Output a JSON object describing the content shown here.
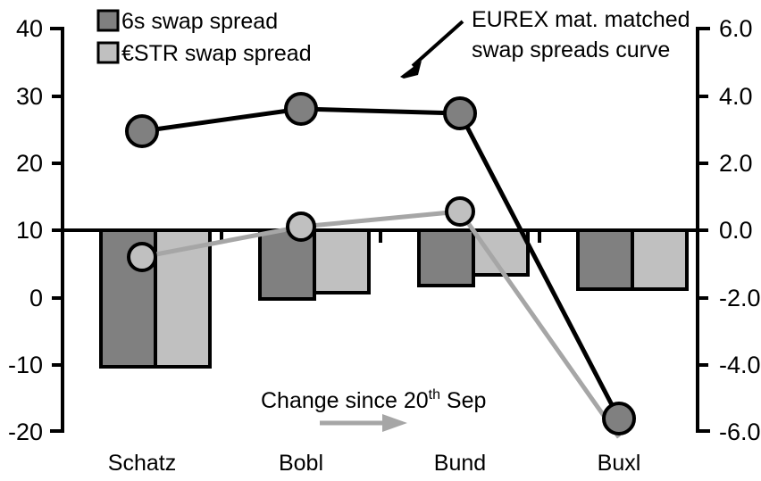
{
  "chart_data": {
    "type": "bar",
    "title": "",
    "subtitle": "",
    "xlabel": "",
    "ylabel": "",
    "categories": [
      "Schatz",
      "Bobl",
      "Bund",
      "Buxl"
    ],
    "grid": false,
    "legend_position": "top-left",
    "left_axis": {
      "label": "",
      "ticks": [
        "40",
        "30",
        "20",
        "10",
        "0",
        "-10",
        "-20"
      ],
      "tick_values": [
        40,
        30,
        20,
        10,
        0,
        -10,
        -20
      ],
      "ylim": [
        -20,
        40
      ]
    },
    "right_axis": {
      "label": "",
      "ticks": [
        "6.0",
        "4.0",
        "2.0",
        "0.0",
        "-2.0",
        "-4.0",
        "-6.0"
      ],
      "tick_values": [
        6.0,
        4.0,
        2.0,
        0.0,
        -2.0,
        -4.0,
        -6.0
      ],
      "ylim": [
        -6.0,
        6.0
      ]
    },
    "series": [
      {
        "name": "6s swap spread",
        "kind": "bar",
        "axis": "right",
        "color": "#808080",
        "values": [
          -4.0,
          -2.0,
          -1.5,
          -1.5
        ]
      },
      {
        "name": "€STR swap spread",
        "kind": "bar",
        "axis": "right",
        "color": "#c0c0c0",
        "values": [
          -4.0,
          -1.8,
          -1.1,
          -1.5
        ]
      },
      {
        "name": "EUREX mat. matched swap spreads curve",
        "kind": "line",
        "axis": "left",
        "color": "#000000",
        "marker_fill": "#808080",
        "values": [
          24.6,
          27.9,
          27.3,
          -18.0
        ]
      },
      {
        "name": "€STR swap spread curve",
        "kind": "line",
        "axis": "left",
        "color": "#a6a6a6",
        "marker_fill": "#c0c0c0",
        "values": [
          6.1,
          10.5,
          12.7,
          -22.5
        ]
      }
    ],
    "annotations": [
      {
        "name": "eurex-curve-annotation",
        "text_line1": "EUREX mat. matched",
        "text_line2": "swap spreads curve",
        "arrow": "diagonal-down-left"
      },
      {
        "name": "change-since-annotation",
        "text_pre": "Change since 20",
        "text_sup": "th",
        "text_post": " Sep",
        "arrow": "right"
      }
    ]
  },
  "legend": {
    "items": [
      {
        "label": "6s swap spread",
        "swatch_color": "#808080"
      },
      {
        "label": "€STR swap spread",
        "swatch_color": "#c0c0c0"
      }
    ]
  },
  "axes": {
    "left_ticks": [
      "40",
      "30",
      "20",
      "10",
      "0",
      "-10",
      "-20"
    ],
    "right_ticks": [
      "6.0",
      "4.0",
      "2.0",
      "0.0",
      "-2.0",
      "-4.0",
      "-6.0"
    ],
    "categories": [
      "Schatz",
      "Bobl",
      "Bund",
      "Buxl"
    ]
  },
  "annotations": {
    "eurex_line1": "EUREX mat. matched",
    "eurex_line2": "swap spreads curve",
    "change_pre": "Change since 20",
    "change_sup": "th",
    "change_post": " Sep"
  },
  "colors": {
    "dark_gray": "#808080",
    "light_gray": "#c0c0c0",
    "line_black": "#000000",
    "line_gray": "#a6a6a6",
    "background": "#ffffff"
  }
}
